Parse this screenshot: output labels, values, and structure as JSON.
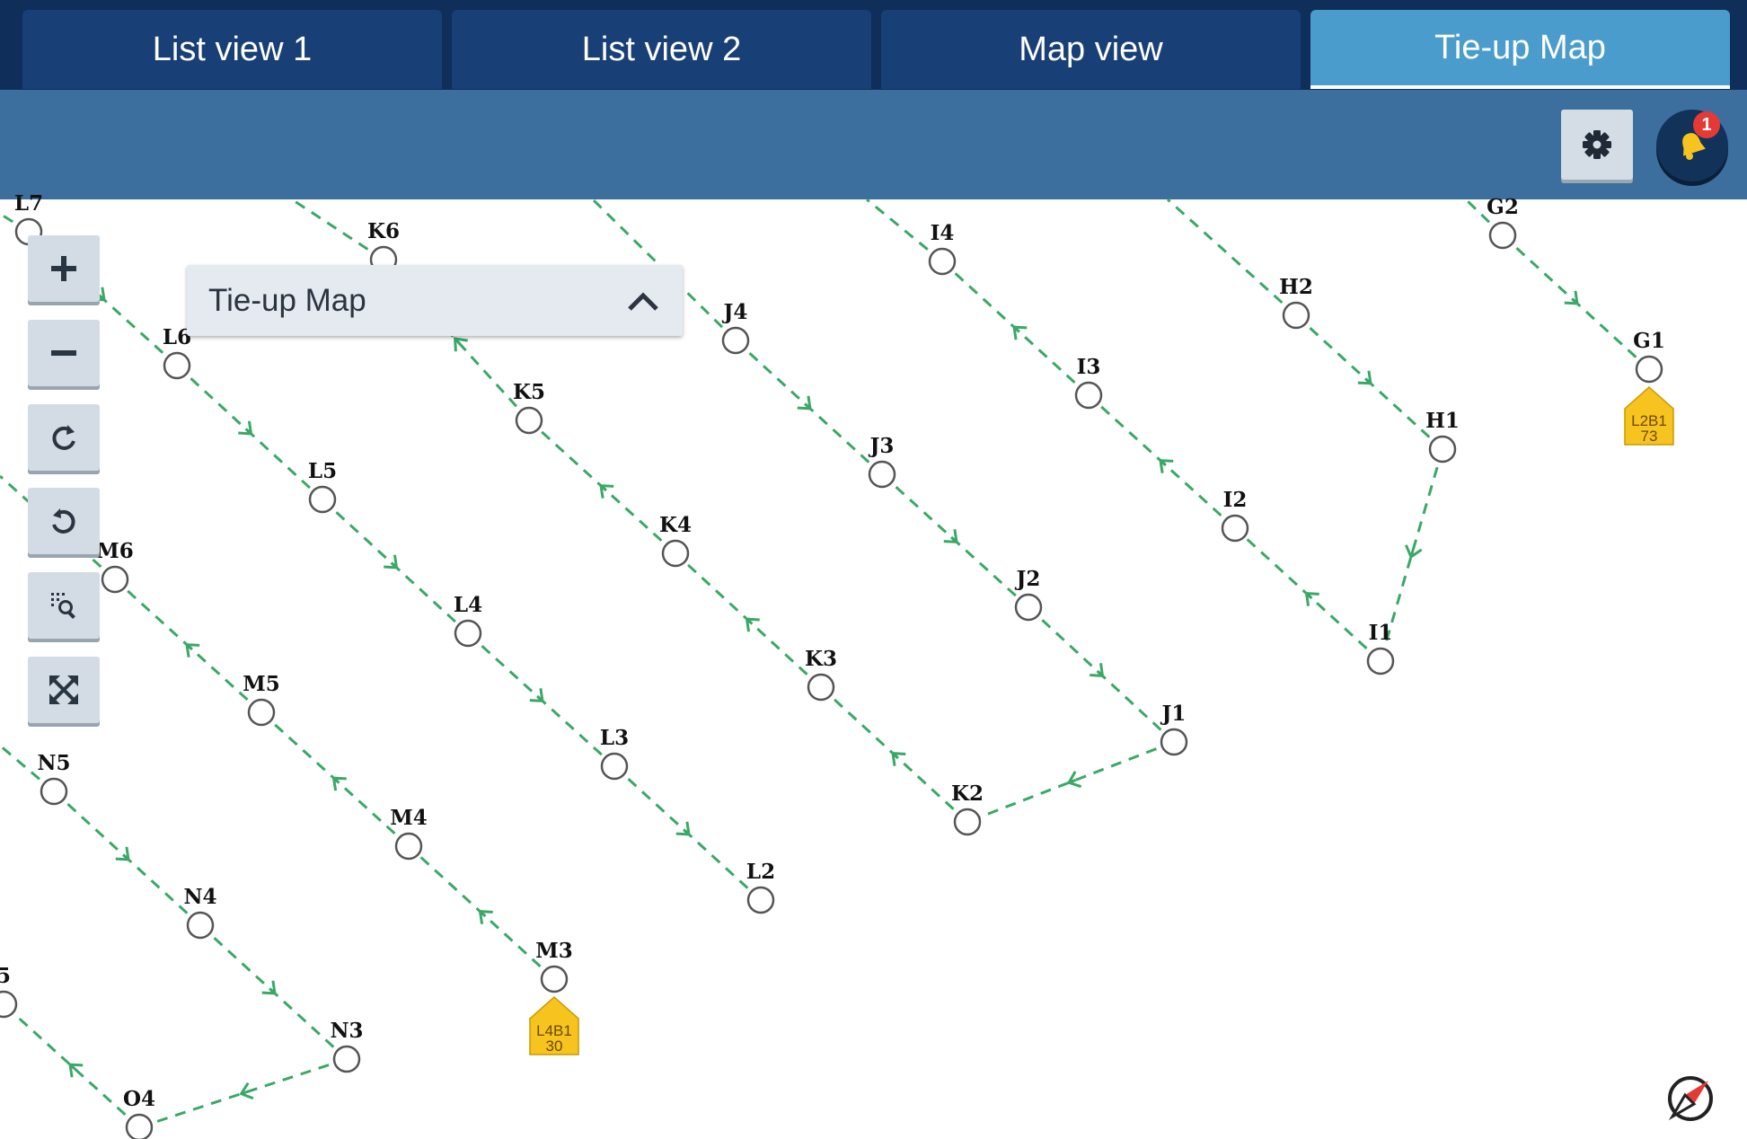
{
  "tabs": [
    {
      "label": "List view 1",
      "active": false
    },
    {
      "label": "List view 2",
      "active": false
    },
    {
      "label": "Map view",
      "active": false
    },
    {
      "label": "Tie-up Map",
      "active": true
    }
  ],
  "toolbar": {
    "settings_icon": "gear-icon",
    "notifications_icon": "bell-icon",
    "notification_count": "1"
  },
  "map_controls": [
    {
      "name": "zoom-in-button",
      "icon": "plus-icon"
    },
    {
      "name": "zoom-out-button",
      "icon": "minus-icon"
    },
    {
      "name": "redo-button",
      "icon": "redo-icon"
    },
    {
      "name": "undo-button",
      "icon": "undo-icon"
    },
    {
      "name": "zoom-selection-button",
      "icon": "zoom-selection-icon"
    },
    {
      "name": "fit-extent-button",
      "icon": "expand-icon"
    }
  ],
  "panel": {
    "title": "Tie-up Map",
    "icon": "chevron-up-icon"
  },
  "colors": {
    "header": "#0f2e59",
    "tab": "#183f76",
    "tab_active": "#4a9ccc",
    "toolbar": "#3c6e9e",
    "route": "#3aa866",
    "tag": "#f7c31f"
  },
  "nodes": [
    "L7",
    "K6",
    "I4",
    "G2",
    "L6",
    "J4",
    "H2",
    "G1",
    "K5",
    "I3",
    "H1",
    "L5",
    "J3",
    "K4",
    "I2",
    "M6",
    "J2",
    "L4",
    "I1",
    "K3",
    "M5",
    "J1",
    "L3",
    "N5",
    "K2",
    "M4",
    "L2",
    "N4",
    "M3",
    "N3",
    "O4",
    "5"
  ],
  "tags": [
    {
      "node": "G1",
      "line1": "L2B1",
      "line2": "73"
    },
    {
      "node": "M3",
      "line1": "L4B1",
      "line2": "30"
    }
  ],
  "compass_icon": "compass-icon"
}
